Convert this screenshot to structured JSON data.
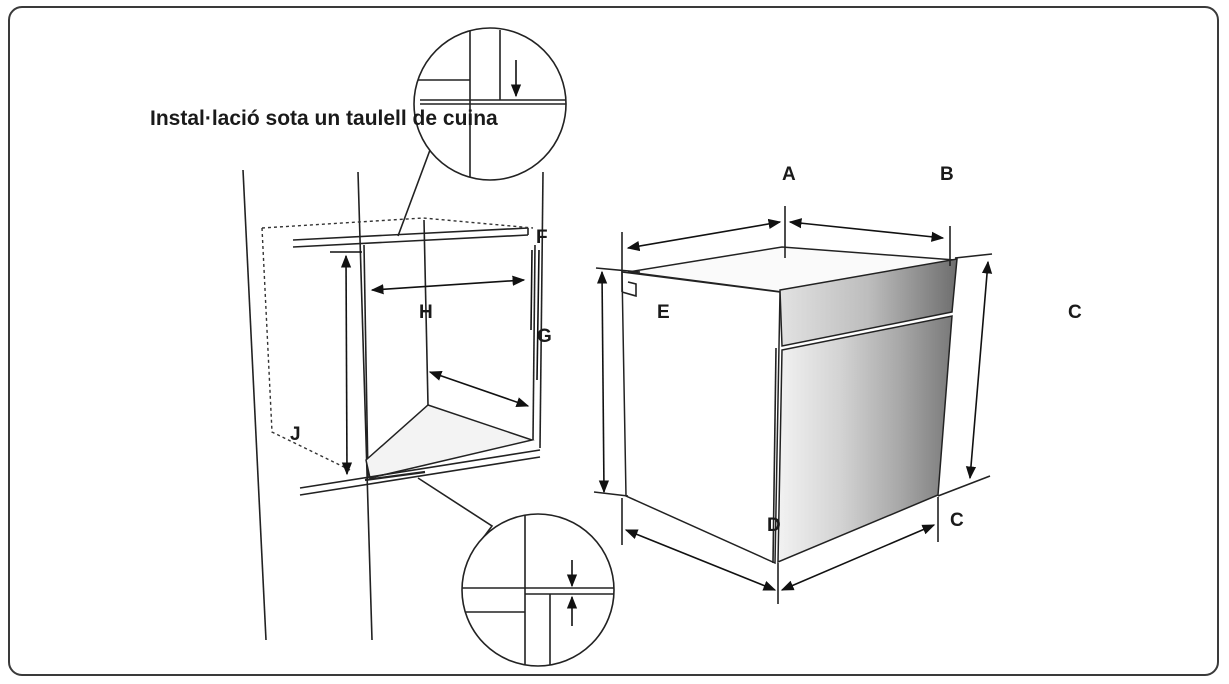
{
  "title": "Instal·lació sota un taulell de cuina",
  "labels": {
    "a": "A",
    "b": "B",
    "c_right": "C",
    "c_bottom": "C",
    "d": "D",
    "e": "E",
    "f": "F",
    "g": "G",
    "h": "H",
    "j": "J"
  },
  "colors": {
    "line": "#222222",
    "steel_light": "#e6e6e6",
    "steel_dark": "#8e8e8e",
    "frame": "#3a3a3a"
  }
}
